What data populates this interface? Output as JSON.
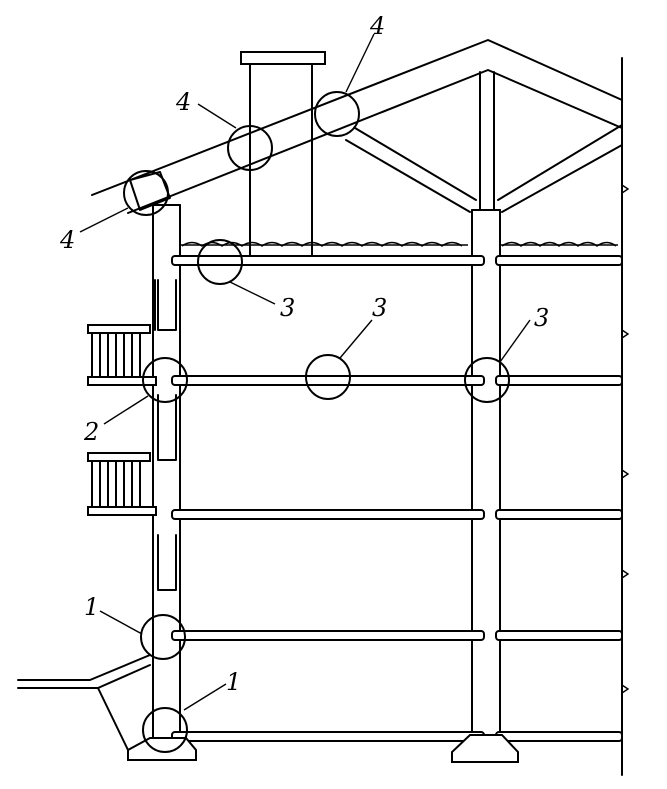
{
  "labels": {
    "n1a": "1",
    "n1b": "1",
    "n2": "2",
    "n3a": "3",
    "n3b": "3",
    "n3c": "3",
    "n4a": "4",
    "n4b": "4",
    "n4c": "4"
  }
}
